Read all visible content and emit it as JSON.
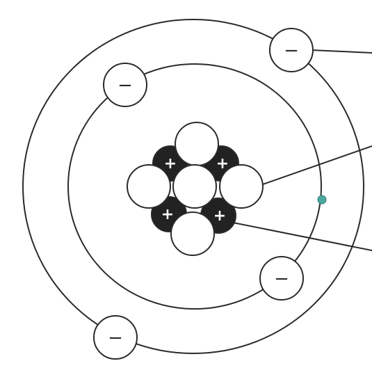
{
  "diagram": {
    "shells": [
      {
        "electrons": 2
      },
      {
        "electrons": 2
      }
    ],
    "nucleus": {
      "protons": 4,
      "neutrons": 5
    },
    "labels": {
      "proton_sign": "+",
      "electron_sign": "−"
    },
    "pointer_lines": 3,
    "colors": {
      "ink": "#2a2a2a",
      "proton_fill": "#222222",
      "neutron_fill": "#ffffff",
      "marker": "#4aa8a0"
    }
  }
}
